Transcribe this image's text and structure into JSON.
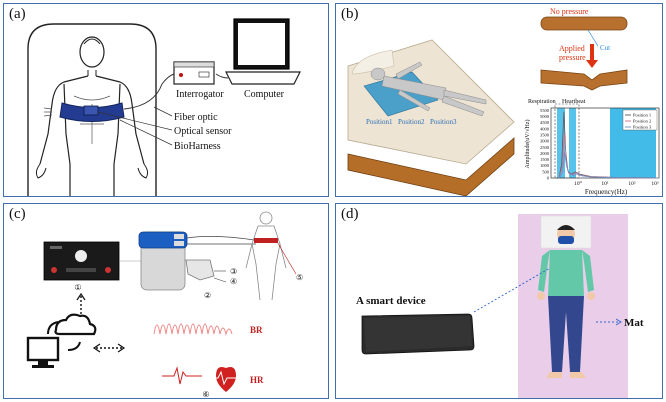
{
  "panels": {
    "a": {
      "label": "(a)",
      "interrogator": "Interrogator",
      "computer": "Computer",
      "fiber_optic": "Fiber optic",
      "optical_sensor": "Optical sensor",
      "bioharness": "BioHarness"
    },
    "b": {
      "label": "(b)",
      "no_pressure": "No pressure",
      "applied": "Applied",
      "pressure": "pressure",
      "cut": "Cut",
      "positions": [
        "Position1",
        "Position2",
        "Position3"
      ],
      "respiration": "Respiration",
      "heartbeat": "Heartbeat"
    },
    "c": {
      "label": "(c)",
      "circled": [
        "①",
        "②",
        "③",
        "④",
        "⑤",
        "⑥"
      ],
      "br": "BR",
      "hr": "HR"
    },
    "d": {
      "label": "(d)",
      "device": "A smart device",
      "mat": "Mat"
    }
  },
  "chart_data": {
    "type": "line",
    "xlabel": "Frequency(Hz)",
    "ylabel": "Amplitude(uV/√Hz)",
    "xscale": "log",
    "x_ticks": [
      "10⁰",
      "10¹",
      "10²",
      "10³"
    ],
    "y_ticks": [
      "0",
      "500",
      "1000",
      "1500",
      "2000",
      "2500",
      "3000",
      "3500",
      "4000",
      "4500",
      "5000",
      "5500"
    ],
    "ylim": [
      0,
      5700
    ],
    "bands": [
      "Respiration",
      "Heartbeat"
    ],
    "series": [
      {
        "name": "Position 1",
        "color": "#5a5a5a",
        "points": [
          [
            0.2,
            0
          ],
          [
            0.25,
            1200
          ],
          [
            0.3,
            5400
          ],
          [
            0.35,
            2200
          ],
          [
            0.42,
            600
          ],
          [
            0.55,
            300
          ],
          [
            0.8,
            500
          ],
          [
            1.2,
            300
          ],
          [
            3,
            120
          ],
          [
            30,
            40
          ],
          [
            300,
            20
          ],
          [
            1000,
            10
          ]
        ]
      },
      {
        "name": "Position 2",
        "color": "#cf6f8e",
        "points": [
          [
            0.2,
            0
          ],
          [
            0.26,
            900
          ],
          [
            0.31,
            3600
          ],
          [
            0.37,
            1400
          ],
          [
            0.45,
            400
          ],
          [
            0.6,
            250
          ],
          [
            0.85,
            420
          ],
          [
            1.3,
            220
          ],
          [
            3,
            100
          ],
          [
            30,
            30
          ],
          [
            300,
            15
          ],
          [
            1000,
            8
          ]
        ]
      },
      {
        "name": "Position 3",
        "color": "#6a8fc8",
        "points": [
          [
            0.2,
            0
          ],
          [
            0.27,
            500
          ],
          [
            0.32,
            2100
          ],
          [
            0.38,
            900
          ],
          [
            0.5,
            300
          ],
          [
            0.7,
            200
          ],
          [
            0.9,
            330
          ],
          [
            1.4,
            180
          ],
          [
            3,
            80
          ],
          [
            30,
            25
          ],
          [
            300,
            12
          ],
          [
            1000,
            6
          ]
        ]
      }
    ]
  }
}
